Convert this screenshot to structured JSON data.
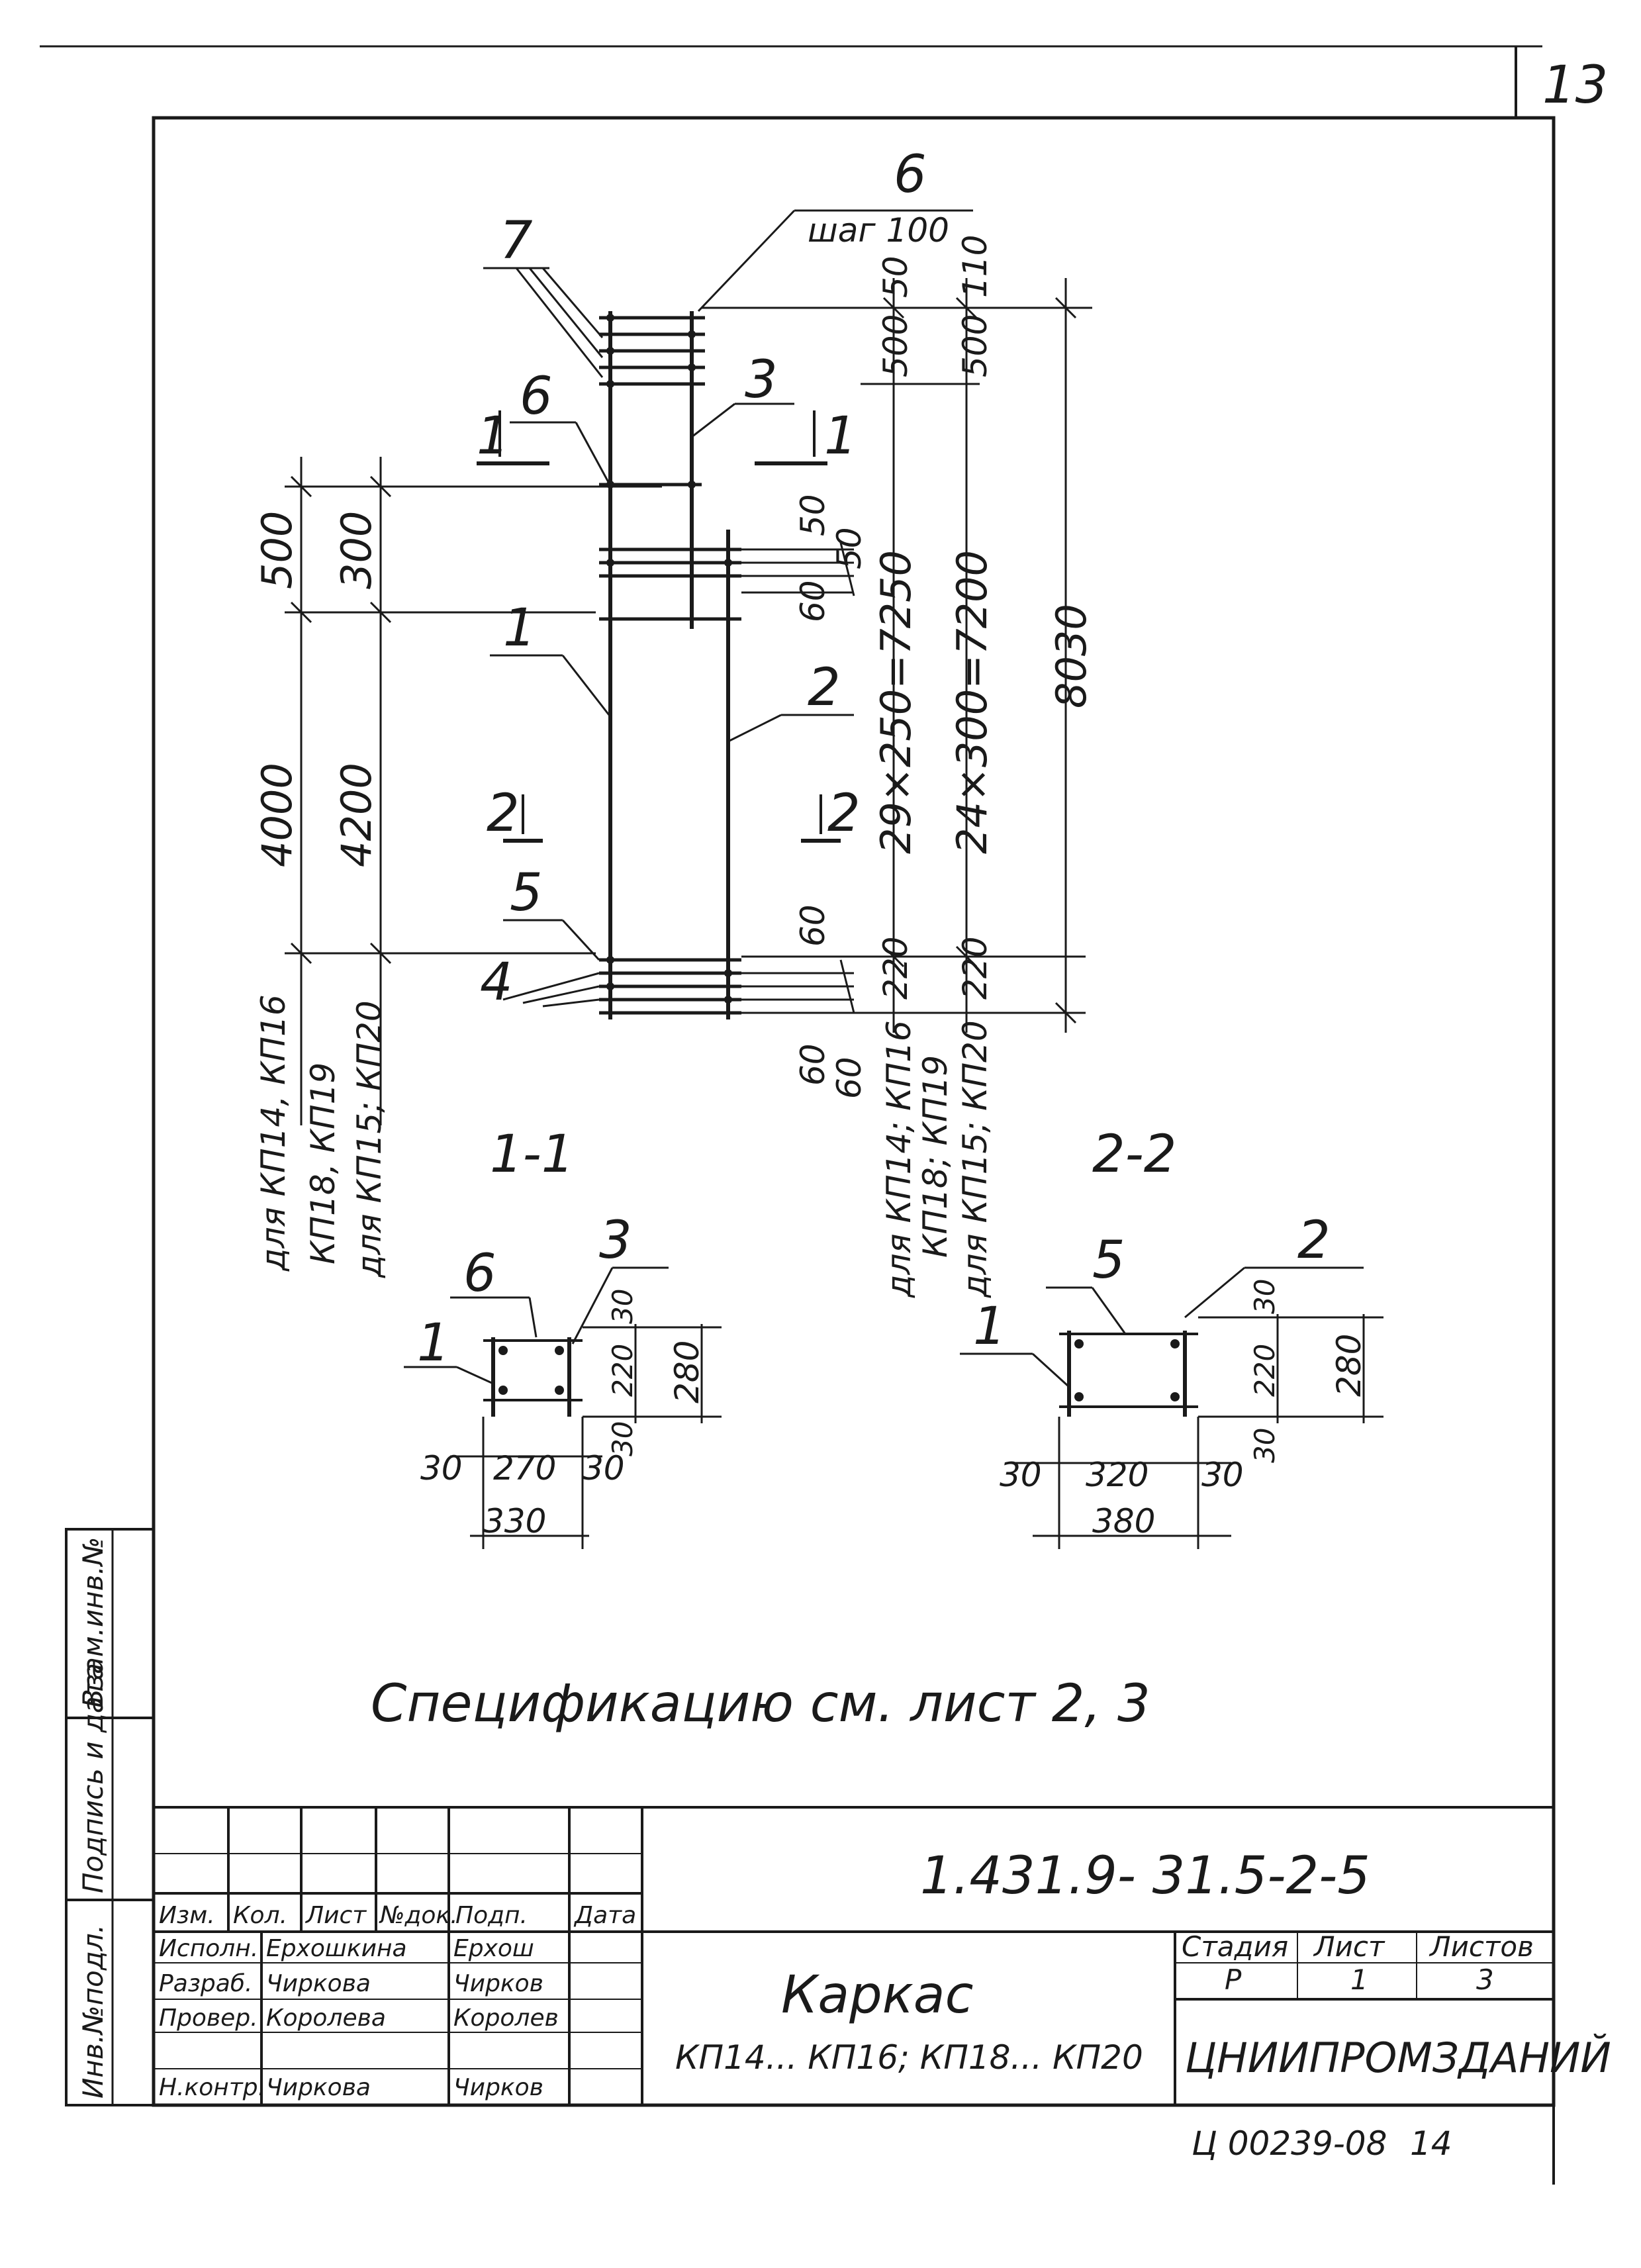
{
  "sheet_number": "13",
  "drawing": {
    "labels": {
      "item_1": "1",
      "item_2": "2",
      "item_3": "3",
      "item_4": "4",
      "item_5": "5",
      "item_6": "6",
      "item_7": "7",
      "item_6_top": "6",
      "step_100": "шаг 100",
      "section_mark_1": "1",
      "section_mark_2": "2"
    },
    "dims_left": {
      "d500": "500",
      "d300": "300",
      "d4000": "4000",
      "d4200": "4200"
    },
    "left_notes": [
      "для КП14, КП16",
      "КП18, КП19",
      "для КП15; КП20"
    ],
    "dims_right": {
      "top50": "50",
      "top110": "110",
      "top500a": "500",
      "top500b": "500",
      "m50a": "50",
      "m50b": "50",
      "m60": "60",
      "span1": "29×250=7250",
      "span2": "24×300=7200",
      "total": "8030",
      "b60": "60",
      "b220a": "220",
      "b220b": "220",
      "b60b": "60",
      "b60c": "60"
    },
    "right_notes": [
      "для КП14; КП16",
      "КП18; КП19",
      "для КП15; КП20"
    ],
    "section_1_1": {
      "title": "1-1",
      "item_6": "6",
      "item_3": "3",
      "item_1": "1",
      "d30a": "30",
      "d220": "220",
      "d30b": "30",
      "d280": "280",
      "b30a": "30",
      "b270": "270",
      "b30b": "30",
      "b330": "330"
    },
    "section_2_2": {
      "title": "2-2",
      "item_5": "5",
      "item_2": "2",
      "item_1": "1",
      "d30a": "30",
      "d220": "220",
      "d30b": "30",
      "d280": "280",
      "b30a": "30",
      "b320": "320",
      "b30b": "30",
      "b380": "380"
    },
    "spec_note": "Спецификацию см. лист 2, 3"
  },
  "side_stamp": {
    "col1": "Взам.инв.№",
    "col2": "Подпись и дата",
    "col3": "Инв.№подл."
  },
  "title_block": {
    "code": "1.431.9- 31.5-2-5",
    "header": [
      "Изм.",
      "Кол.",
      "Лист",
      "№док.",
      "Подп.",
      "Дата"
    ],
    "rows": [
      {
        "role": "Исполн.",
        "name": "Ерхошкина",
        "sign": "Ерхош"
      },
      {
        "role": "Разраб.",
        "name": "Чиркова",
        "sign": "Чирков"
      },
      {
        "role": "Провер.",
        "name": "Королева",
        "sign": "Королев"
      },
      {
        "role": "Н.контр.",
        "name": "Чиркова",
        "sign": "Чирков"
      }
    ],
    "title_line1": "Каркас",
    "title_line2": "КП14... КП16; КП18... КП20",
    "stage_label": "Стадия",
    "sheet_label": "Лист",
    "sheets_label": "Листов",
    "stage": "Р",
    "sheet": "1",
    "sheets": "3",
    "organization": "ЦНИИПРОМЗДАНИЙ"
  },
  "footer_code": "Ц 00239-08",
  "footer_page": "14"
}
